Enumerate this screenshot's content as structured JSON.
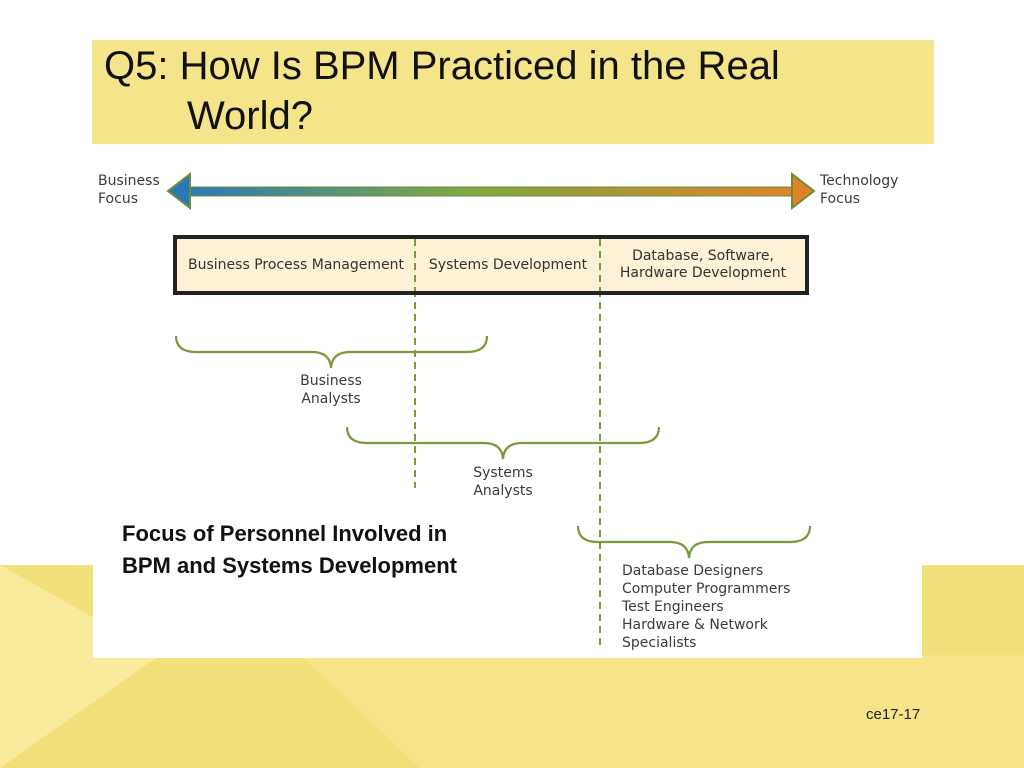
{
  "slide": {
    "title_line1": "Q5: How Is BPM Practiced in the Real",
    "title_line2": "World?",
    "footer": "ce17-17"
  },
  "colors": {
    "title_band": "#f4e58a",
    "bg_light_yellow": "#f8ec9c",
    "bg_yellow": "#f2e07a",
    "arrow_left_blue": "#2b78b8",
    "arrow_green": "#7ea844",
    "arrow_right_orange": "#e0822a",
    "brace_green": "#7a9a3c",
    "box_fill": "#fdf1d6"
  },
  "diagram": {
    "left_end": {
      "line1": "Business",
      "line2": "Focus"
    },
    "right_end": {
      "line1": "Technology",
      "line2": "Focus"
    },
    "columns": [
      {
        "label": "Business Process Management"
      },
      {
        "label": "Systems Development"
      },
      {
        "label_line1": "Database, Software,",
        "label_line2": "Hardware Development"
      }
    ],
    "groups": [
      {
        "line1": "Business",
        "line2": "Analysts"
      },
      {
        "line1": "Systems",
        "line2": "Analysts"
      },
      {
        "items": [
          "Database Designers",
          "Computer Programmers",
          "Test Engineers",
          "Hardware & Network",
          "Specialists"
        ]
      }
    ],
    "caption_line1": "Focus of Personnel Involved in",
    "caption_line2": "BPM and Systems Development"
  }
}
